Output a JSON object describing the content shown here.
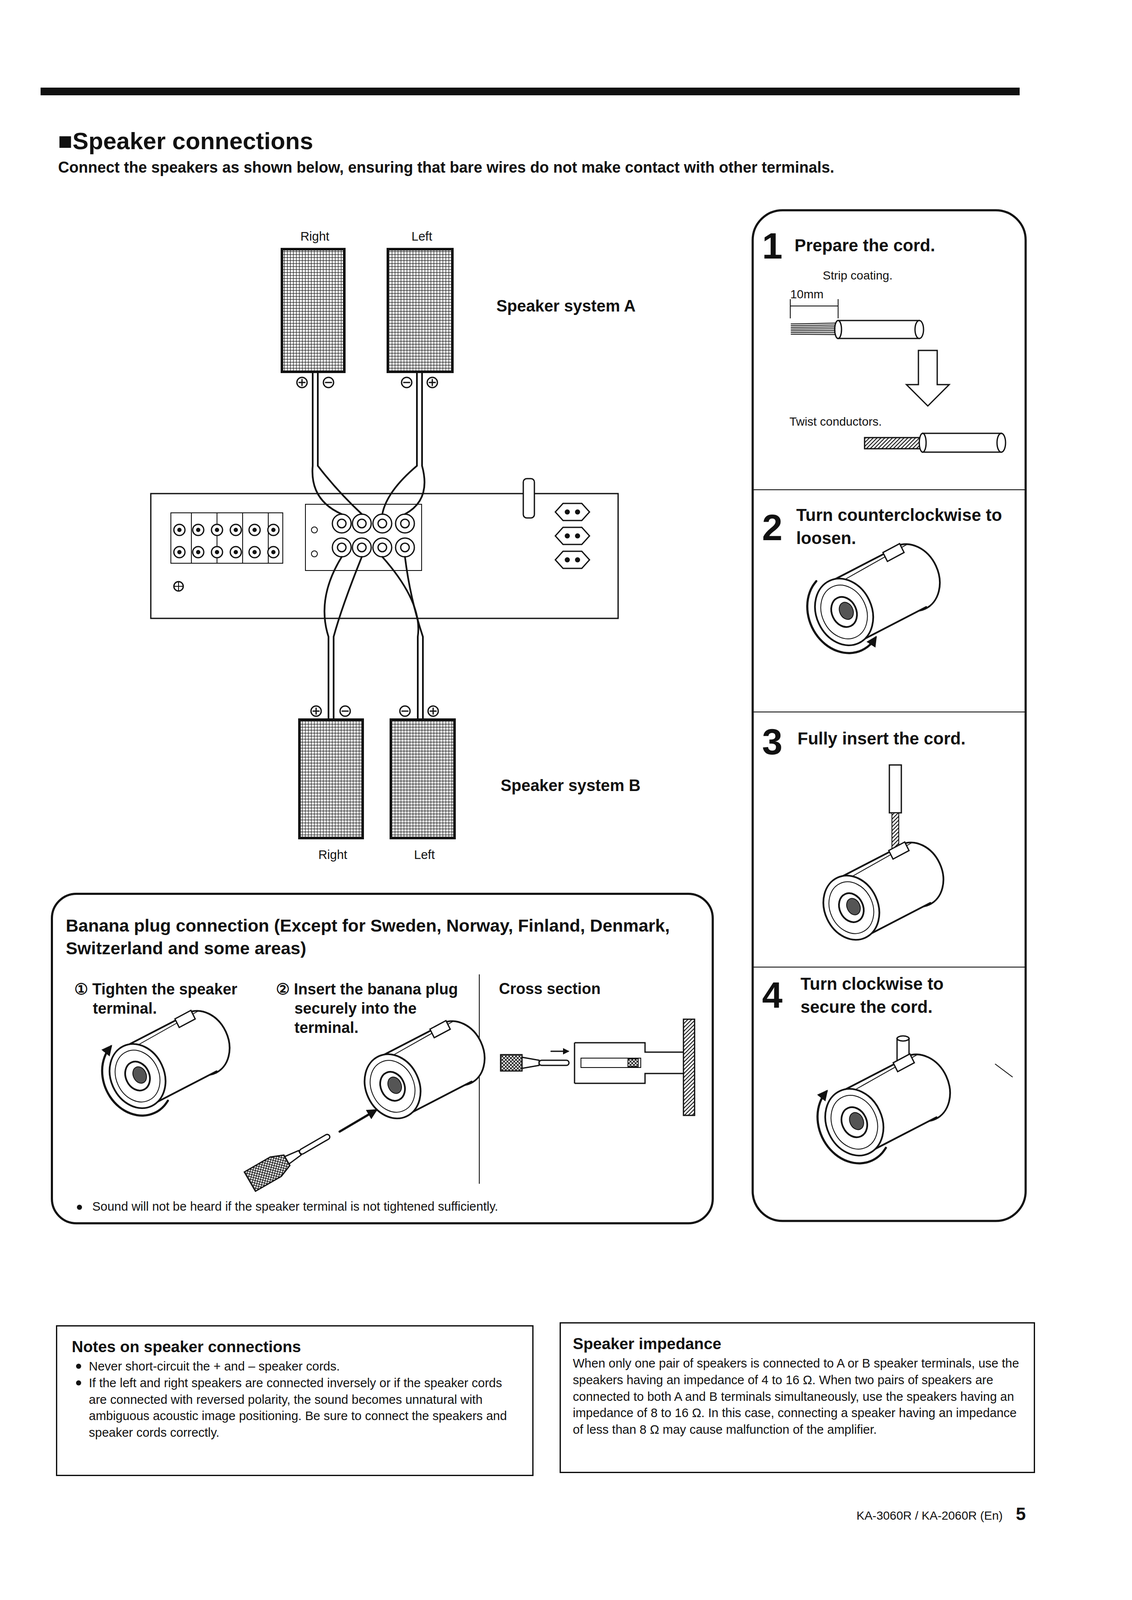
{
  "diagram": {
    "title": "■Speaker connections",
    "nodes": [
      {
        "text": [
          "Right"
        ]
      },
      {
        "text": [
          "Left"
        ]
      },
      {
        "text": [
          "1",
          "Prepare the cord.",
          "Strip coating.",
          "10mm",
          "Twist conductors."
        ]
      },
      {
        "text": [
          "2",
          "Turn counterclockwise to loosen."
        ]
      },
      {
        "text": [
          "3",
          "Fully insert the cord."
        ]
      },
      {
        "text": [
          "4",
          "Turn clockwise to secure the cord."
        ]
      },
      {
        "text": [
          "Right"
        ]
      },
      {
        "text": [
          "Left"
        ]
      },
      {
        "text": [
          "Banana plug connection (Except for Sweden, Norway, Finland, Denmark, Switzerland and some areas)",
          "① Tighten the speaker terminal.",
          "② Insert the banana plug securely into the terminal.",
          "Cross section",
          "Sound will not be heard if the speaker terminal is not tightened sufficiently."
        ]
      },
      {
        "text": [
          "Notes on speaker connections",
          "Never short-circuit the + and – speaker cords.",
          "If the left and right speakers are connected inversely or if the speaker cords are connected with reversed polarity, the sound becomes unnatural with ambiguous acoustic image positioning. Be sure to connect the speakers and speaker cords correctly."
        ]
      },
      {
        "text": [
          "Speaker impedance",
          "When only one pair of speakers is connected to A or B speaker terminals, use the speakers having an impedance of 4 to 16 Ω. When two pairs of speakers are connected to both A and B terminals simultaneously, use the speakers having an impedance of 8 to 16 Ω. In this case, connecting a speaker having an impedance of less than 8 Ω may cause malfunction of the amplifier."
        ]
      }
    ],
    "labels": [
      "Connect the speakers as shown below, ensuring that bare wires do not make contact with other terminals.",
      "Speaker system A",
      "Speaker system B",
      "KA-3060R / KA-2060R (En)",
      "5"
    ]
  }
}
